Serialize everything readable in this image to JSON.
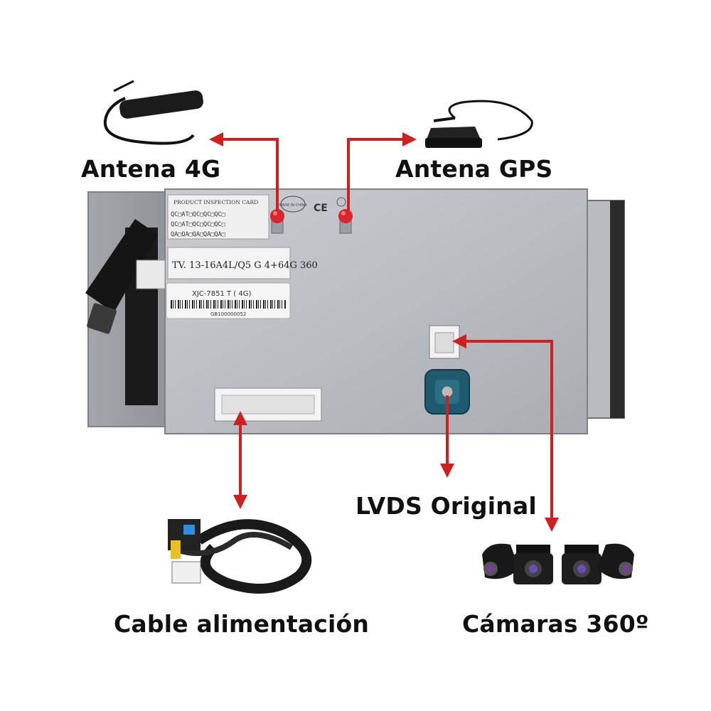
{
  "labels": {
    "antena_4g": "Antena 4G",
    "antena_gps": "Antena GPS",
    "lvds": "LVDS Original",
    "cable": "Cable alimentación",
    "camaras": "Cámaras 360º"
  },
  "unit": {
    "inspection_title": "PRODUCT INSPECTION CARD",
    "qc_rows": [
      "QC□AT□QC□QC□QC□",
      "QC□AT□QC□QC□QC□",
      "QA□QA□QA□QA□QA□"
    ],
    "model": "TV. 13-16A4L/Q5 G 4+64G 360",
    "part": "XJC-7851 T ( 4G)",
    "serial": "GB100000052",
    "ce_mark": "CE",
    "cert_mark": "MADE IN CHINA"
  },
  "colors": {
    "arrow": "#cf1f1f",
    "case": "#b9bcc0",
    "case_dark": "#8d9196",
    "label_text": "#111111",
    "fakra_blue": "#1f5a6e"
  },
  "icons": [
    "antenna-4g-icon",
    "gps-antenna-icon",
    "power-harness-icon",
    "camera-set-icon"
  ]
}
